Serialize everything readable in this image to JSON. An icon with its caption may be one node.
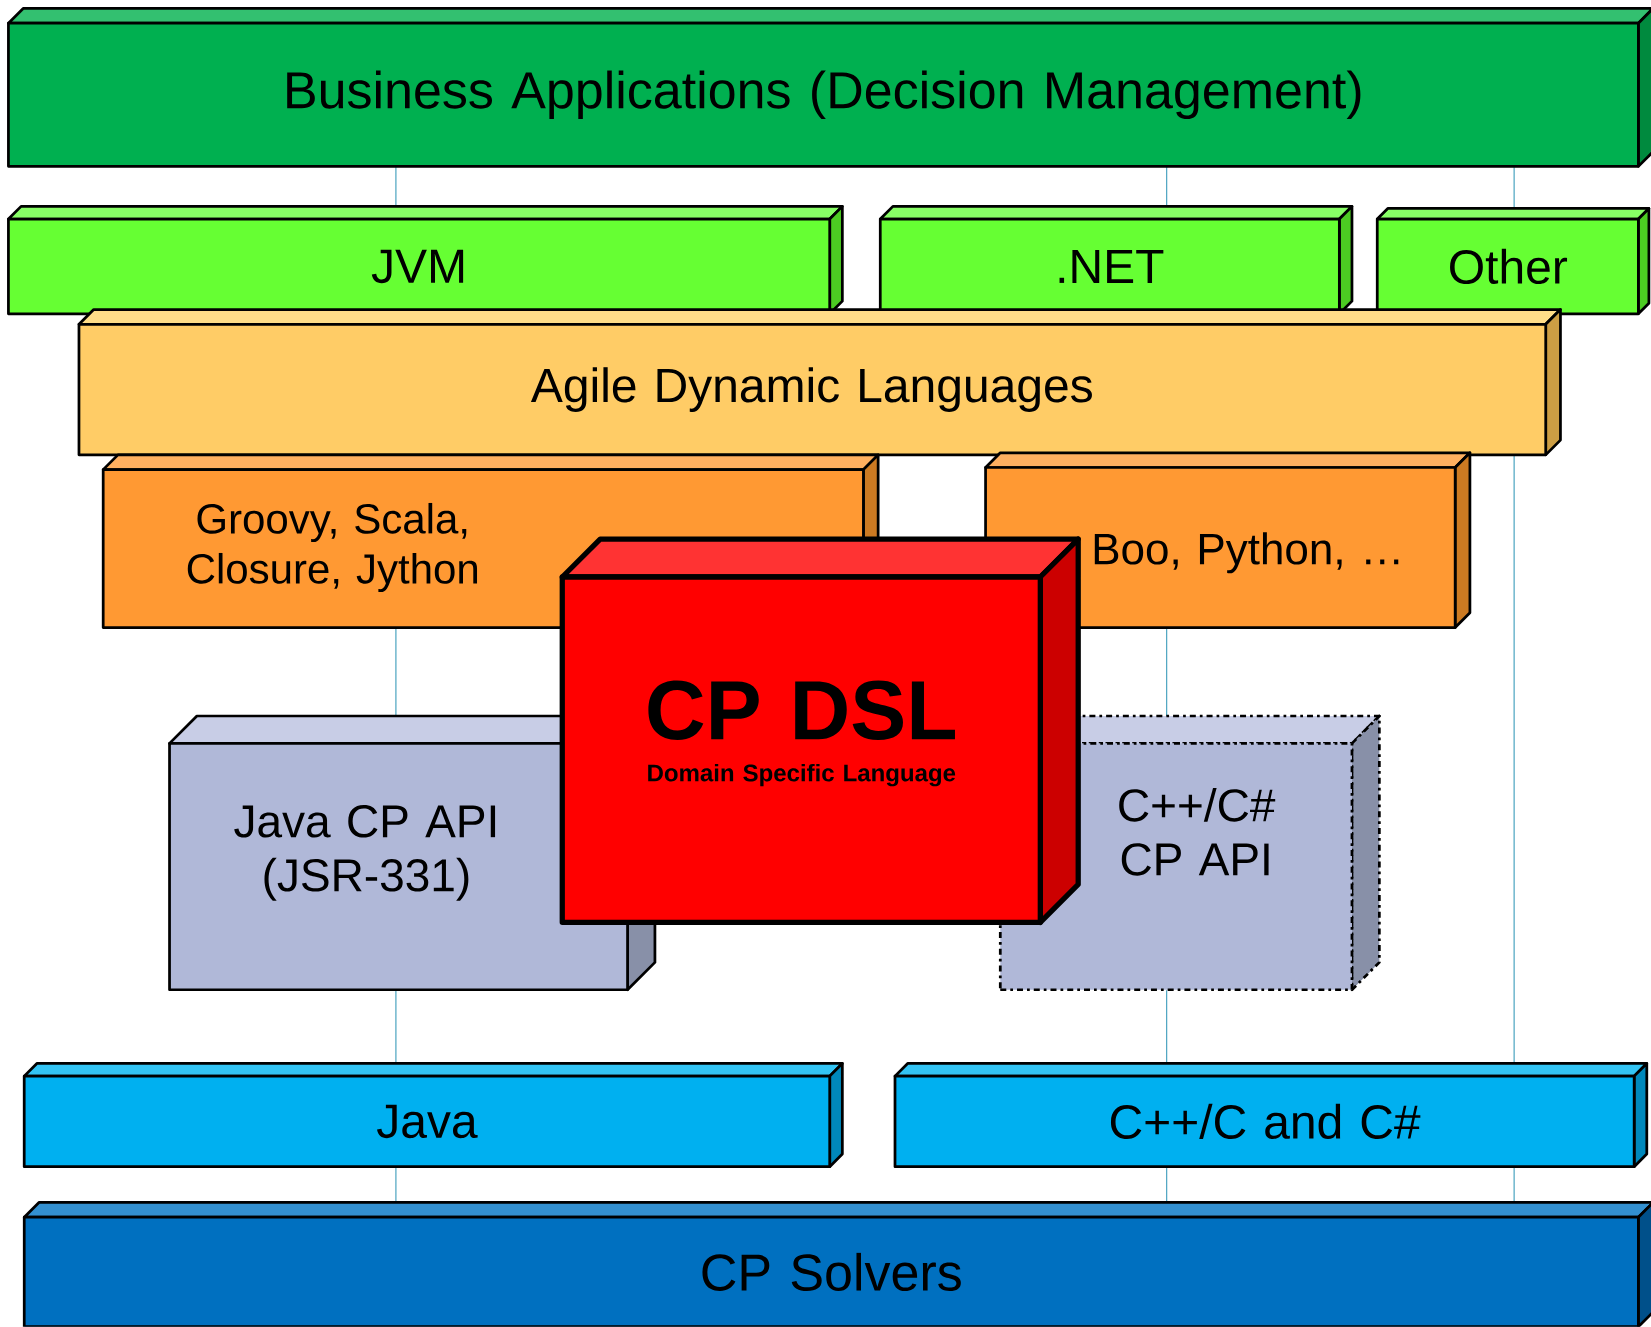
{
  "diagram": {
    "nodes": [
      {
        "text": [
          "Business Applications (Decision Management)"
        ]
      },
      {
        "text": [
          "JVM"
        ]
      },
      {
        "text": [
          ".NET"
        ]
      },
      {
        "text": [
          "Other"
        ]
      },
      {
        "text": [
          "Agile Dynamic Languages"
        ]
      },
      {
        "text": [
          "Groovy, Scala, Closure, Jython"
        ]
      },
      {
        "text": [
          "Boo, Python, …"
        ]
      },
      {
        "text": [
          "Java CP API (JSR-331)"
        ]
      },
      {
        "text": [
          "C++/C# CP API"
        ]
      },
      {
        "text": [
          "CP DSL",
          "Domain Specific Language"
        ]
      },
      {
        "text": [
          "Java"
        ]
      },
      {
        "text": [
          "C++/C and C#"
        ]
      },
      {
        "text": [
          "CP Solvers"
        ]
      }
    ],
    "edges": [
      {
        "from": 0,
        "to": 1,
        "arrow": "none"
      },
      {
        "from": 5,
        "to": 7,
        "arrow": "none"
      },
      {
        "from": 7,
        "to": 10,
        "arrow": "none"
      },
      {
        "from": 10,
        "to": 12,
        "arrow": "none"
      },
      {
        "from": 0,
        "to": 2,
        "arrow": "none"
      },
      {
        "from": 6,
        "to": 8,
        "arrow": "none"
      },
      {
        "from": 8,
        "to": 11,
        "arrow": "none"
      },
      {
        "from": 11,
        "to": 12,
        "arrow": "none"
      },
      {
        "from": 0,
        "to": 3,
        "arrow": "none"
      },
      {
        "from": 4,
        "to": 11,
        "arrow": "none"
      },
      {
        "from": 11,
        "to": 12,
        "arrow": "none"
      }
    ]
  }
}
